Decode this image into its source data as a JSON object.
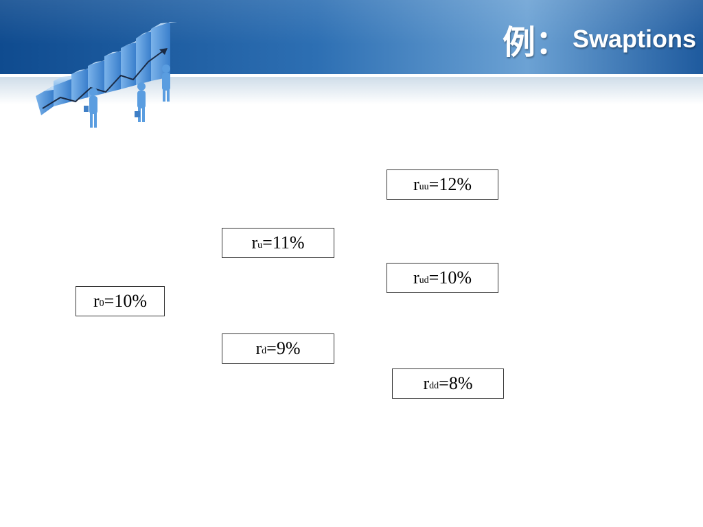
{
  "slide": {
    "title_cjk": "例：",
    "title_latin": "Swaptions"
  },
  "colors": {
    "header_dark": "#0f4b8f",
    "header_light": "#6ca2d4",
    "logo_blue": "#4a8fd6"
  },
  "tree": {
    "r0": {
      "var": "r",
      "sub": "0",
      "eq": "=10%"
    },
    "ru": {
      "var": "r",
      "sub": "u",
      "eq": "=11%"
    },
    "rd": {
      "var": "r",
      "sub": "d",
      "eq": "=9%"
    },
    "ruu": {
      "var": "r",
      "sub": "uu",
      "eq": "=12%"
    },
    "rud": {
      "var": "r",
      "sub": "ud",
      "eq": "=10%"
    },
    "rdd": {
      "var": "r",
      "sub": "dd",
      "eq": "=8%"
    }
  }
}
